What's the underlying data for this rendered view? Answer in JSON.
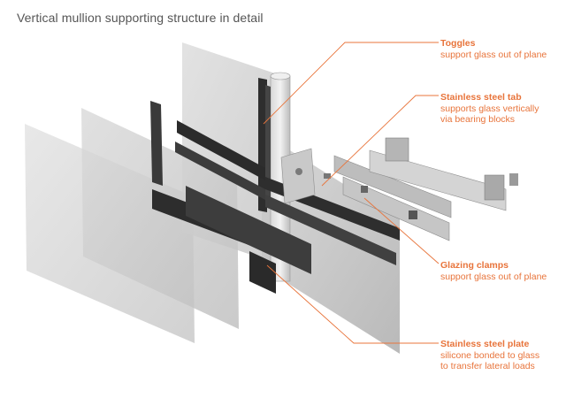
{
  "title": "Vertical mullion supporting structure in detail",
  "accent_color": "#e8743b",
  "callouts": [
    {
      "title": "Toggles",
      "lines": [
        "support glass out of plane"
      ]
    },
    {
      "title": "Stainless steel tab",
      "lines": [
        "supports glass vertically",
        "via bearing blocks"
      ]
    },
    {
      "title": "Glazing clamps",
      "lines": [
        "support glass out of plane"
      ]
    },
    {
      "title": "Stainless steel plate",
      "lines": [
        "silicone bonded to glass",
        "to transfer lateral loads"
      ]
    }
  ]
}
